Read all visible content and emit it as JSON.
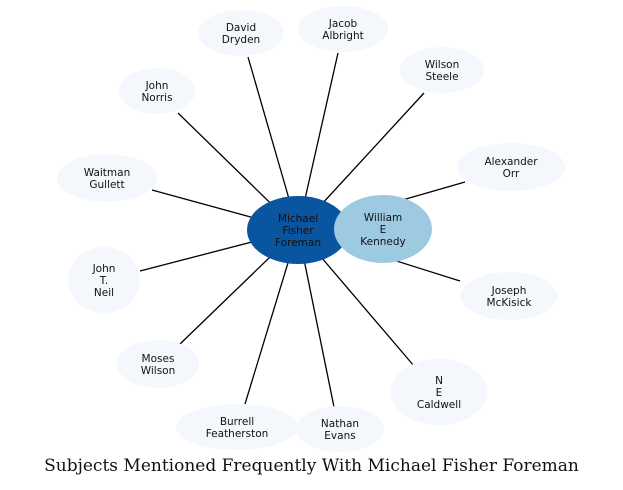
{
  "title": "Subjects Mentioned Frequently With Michael Fisher Foreman",
  "colors": {
    "center_fill": "#0a55a0",
    "secondary_fill": "#9ecae1",
    "peripheral_fill": "#f4f8fd",
    "edge": "#000000"
  },
  "center": {
    "name": "Michael Fisher Foreman",
    "lines": [
      "Michael",
      "Fisher",
      "Foreman"
    ]
  },
  "nodes": [
    {
      "name": "David Dryden",
      "lines": [
        "David",
        "Dryden"
      ]
    },
    {
      "name": "Jacob Albright",
      "lines": [
        "Jacob",
        "Albright"
      ]
    },
    {
      "name": "Wilson Steele",
      "lines": [
        "Wilson",
        "Steele"
      ]
    },
    {
      "name": "John Norris",
      "lines": [
        "John",
        "Norris"
      ]
    },
    {
      "name": "Alexander Orr",
      "lines": [
        "Alexander",
        "Orr"
      ]
    },
    {
      "name": "Waitman Gullett",
      "lines": [
        "Waitman",
        "Gullett"
      ]
    },
    {
      "name": "William E Kennedy",
      "lines": [
        "William",
        "E",
        "Kennedy"
      ],
      "highlight": true
    },
    {
      "name": "John T. Neil",
      "lines": [
        "John",
        "T.",
        "Neil"
      ]
    },
    {
      "name": "Joseph McKisick",
      "lines": [
        "Joseph",
        "McKisick"
      ]
    },
    {
      "name": "Moses Wilson",
      "lines": [
        "Moses",
        "Wilson"
      ]
    },
    {
      "name": "N E Caldwell",
      "lines": [
        "N",
        "E",
        "Caldwell"
      ]
    },
    {
      "name": "Burrell Featherston",
      "lines": [
        "Burrell",
        "Featherston"
      ]
    },
    {
      "name": "Nathan Evans",
      "lines": [
        "Nathan",
        "Evans"
      ]
    }
  ]
}
